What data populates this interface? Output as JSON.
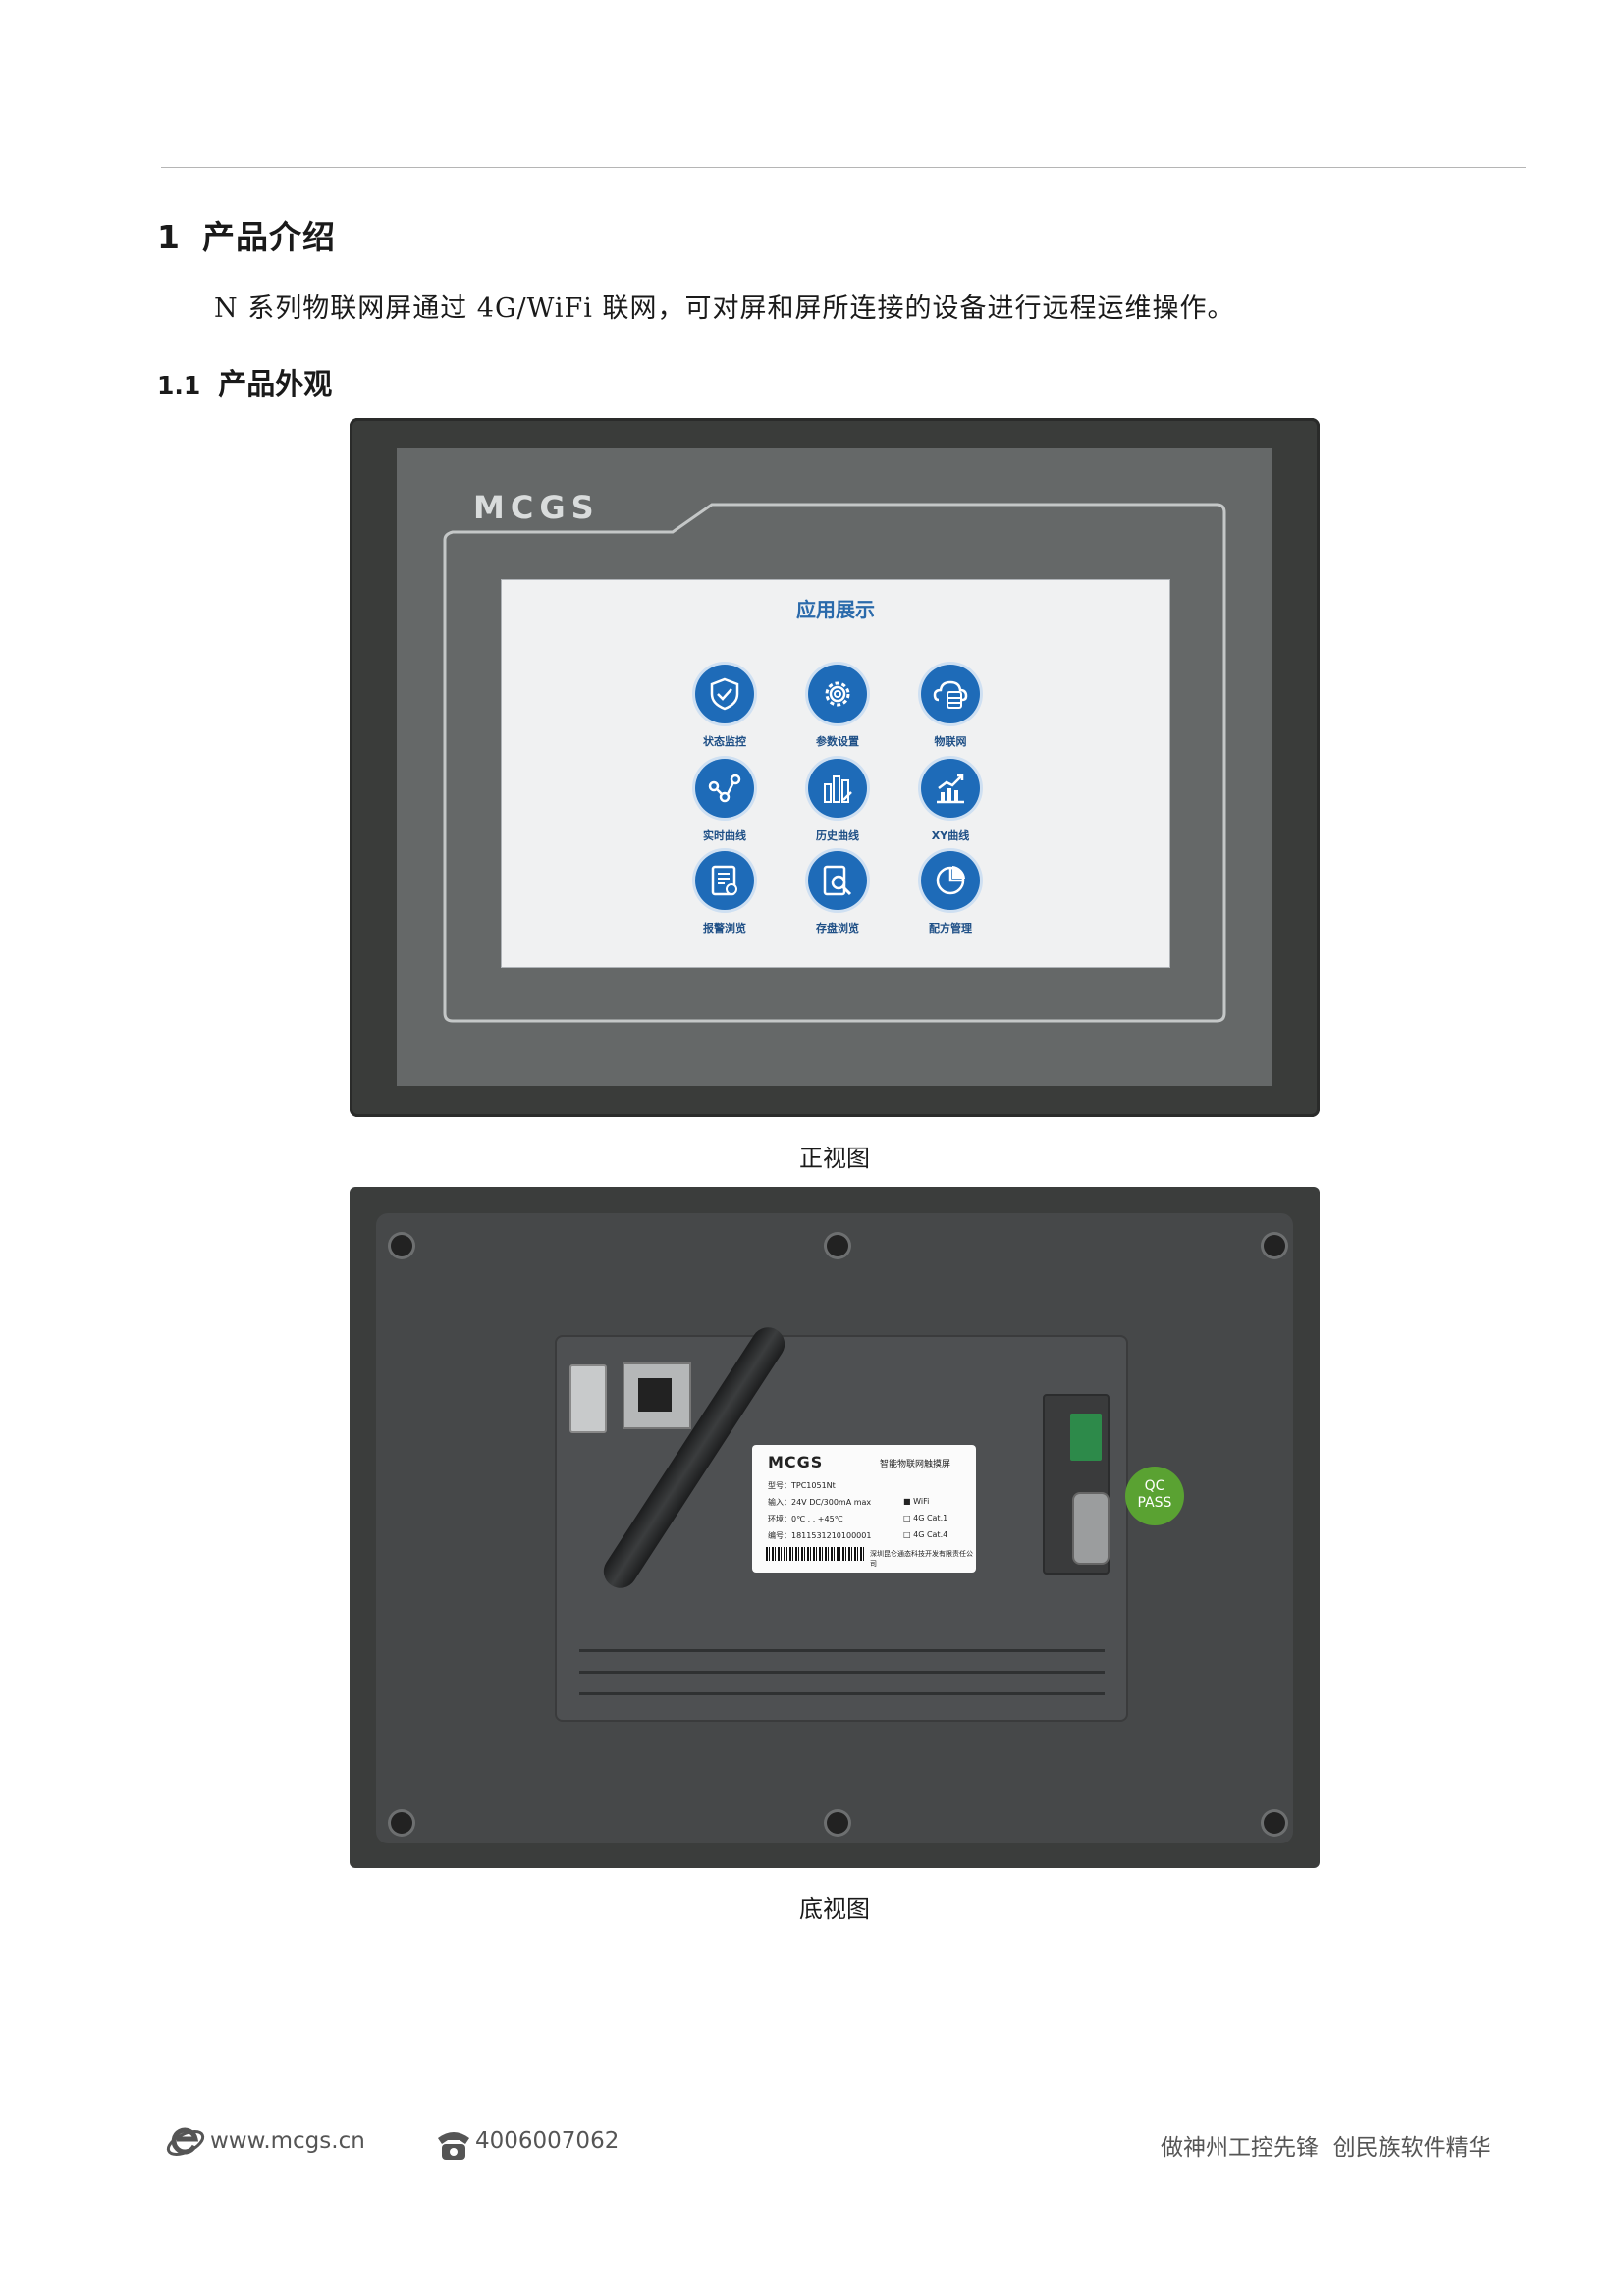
{
  "section": {
    "number": "1",
    "title": "产品介绍"
  },
  "intro_text": "N 系列物联网屏通过 4G/WiFi 联网，可对屏和屏所连接的设备进行远程运维操作。",
  "subsection": {
    "number": "1.1",
    "title": "产品外观"
  },
  "front_view": {
    "brand": "MCGS",
    "screen_title": "应用展示",
    "apps": [
      {
        "label": "状态监控",
        "icon": "shield-check-icon"
      },
      {
        "label": "参数设置",
        "icon": "gear-icon"
      },
      {
        "label": "物联网",
        "icon": "cloud-database-icon"
      },
      {
        "label": "实时曲线",
        "icon": "node-curve-icon"
      },
      {
        "label": "历史曲线",
        "icon": "bar-trend-icon"
      },
      {
        "label": "XY曲线",
        "icon": "line-chart-icon"
      },
      {
        "label": "报警浏览",
        "icon": "report-icon"
      },
      {
        "label": "存盘浏览",
        "icon": "search-doc-icon"
      },
      {
        "label": "配方管理",
        "icon": "pie-chart-icon"
      }
    ],
    "caption": "正视图"
  },
  "rear_view": {
    "sticker": {
      "brand": "MCGS",
      "title": "智能物联网触摸屏",
      "model_label": "型号：",
      "model": "TPC1051Nt",
      "input_label": "输入：",
      "input": "24V DC/300mA max",
      "env_label": "环境：",
      "env": "0℃ . . +45℃",
      "serial_label": "编号：",
      "serial": "1811531210100001",
      "opt1": "WiFi",
      "opt2": "4G Cat.1",
      "opt3": "4G Cat.4",
      "company": "深圳昆仑通态科技开发有限责任公司"
    },
    "qc_line1": "QC",
    "qc_line2": "PASS",
    "caption": "底视图"
  },
  "footer": {
    "website": "www.mcgs.cn",
    "phone": "4006007062",
    "slogan": "做神州工控先锋  创民族软件精华"
  }
}
